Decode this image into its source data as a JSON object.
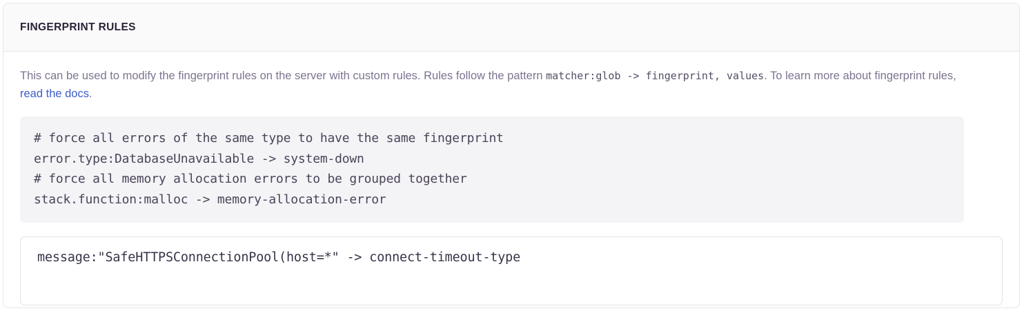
{
  "panel": {
    "title": "FINGERPRINT RULES"
  },
  "description": {
    "part1": "This can be used to modify the fingerprint rules on the server with custom rules. Rules follow the pattern ",
    "inline_code": "matcher:glob -> fingerprint, values",
    "part2": ". To learn more about fingerprint rules, ",
    "link_text": "read the docs",
    "part3": "."
  },
  "example_code": {
    "lines": [
      "# force all errors of the same type to have the same fingerprint",
      "error.type:DatabaseUnavailable -> system-down",
      "# force all memory allocation errors to be grouped together",
      "stack.function:malloc -> memory-allocation-error"
    ]
  },
  "rules_input": {
    "value": "message:\"SafeHTTPSConnectionPool(host=*\" -> connect-timeout-type",
    "placeholder": ""
  },
  "colors": {
    "link": "#3b5ccc",
    "title": "#2b2235",
    "description": "#7d7490",
    "code_text": "#4b4458",
    "code_bg": "#f4f4f7",
    "panel_border": "#e7e6ea",
    "header_bg": "#fafafb"
  }
}
